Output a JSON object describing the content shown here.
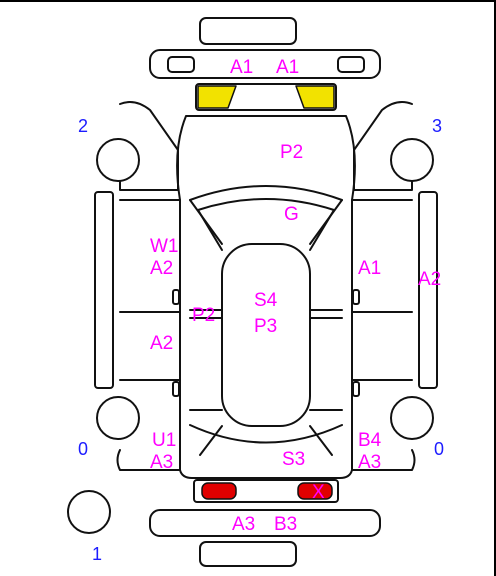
{
  "colors": {
    "outline": "#111111",
    "damage_label": "#ff00ff",
    "corner_number": "#1c1cff",
    "headlight_fill": "#f2e200",
    "taillight_fill": "#e00000",
    "mark_x": "#ff00ff"
  },
  "corner_numbers": {
    "front_left": "2",
    "front_right": "3",
    "rear_left": "0",
    "rear_right": "0",
    "spare": "1"
  },
  "damage": {
    "front_bumper_left": "A1",
    "front_bumper_right": "A1",
    "hood": "P2",
    "windshield": "G",
    "left_front_door_1": "W1",
    "left_front_door_2": "A2",
    "left_rear_door": "A2",
    "right_front_door": "A1",
    "right_side_sill": "A2",
    "roof_1": "S4",
    "roof_2": "P3",
    "left_pillar": "P2",
    "left_rear_quarter_1": "U1",
    "left_rear_quarter_2": "A3",
    "trunk": "S3",
    "right_rear_quarter_1": "B4",
    "right_rear_quarter_2": "A3",
    "taillight_mark": "X",
    "rear_bumper_left": "A3",
    "rear_bumper_right": "B3"
  }
}
